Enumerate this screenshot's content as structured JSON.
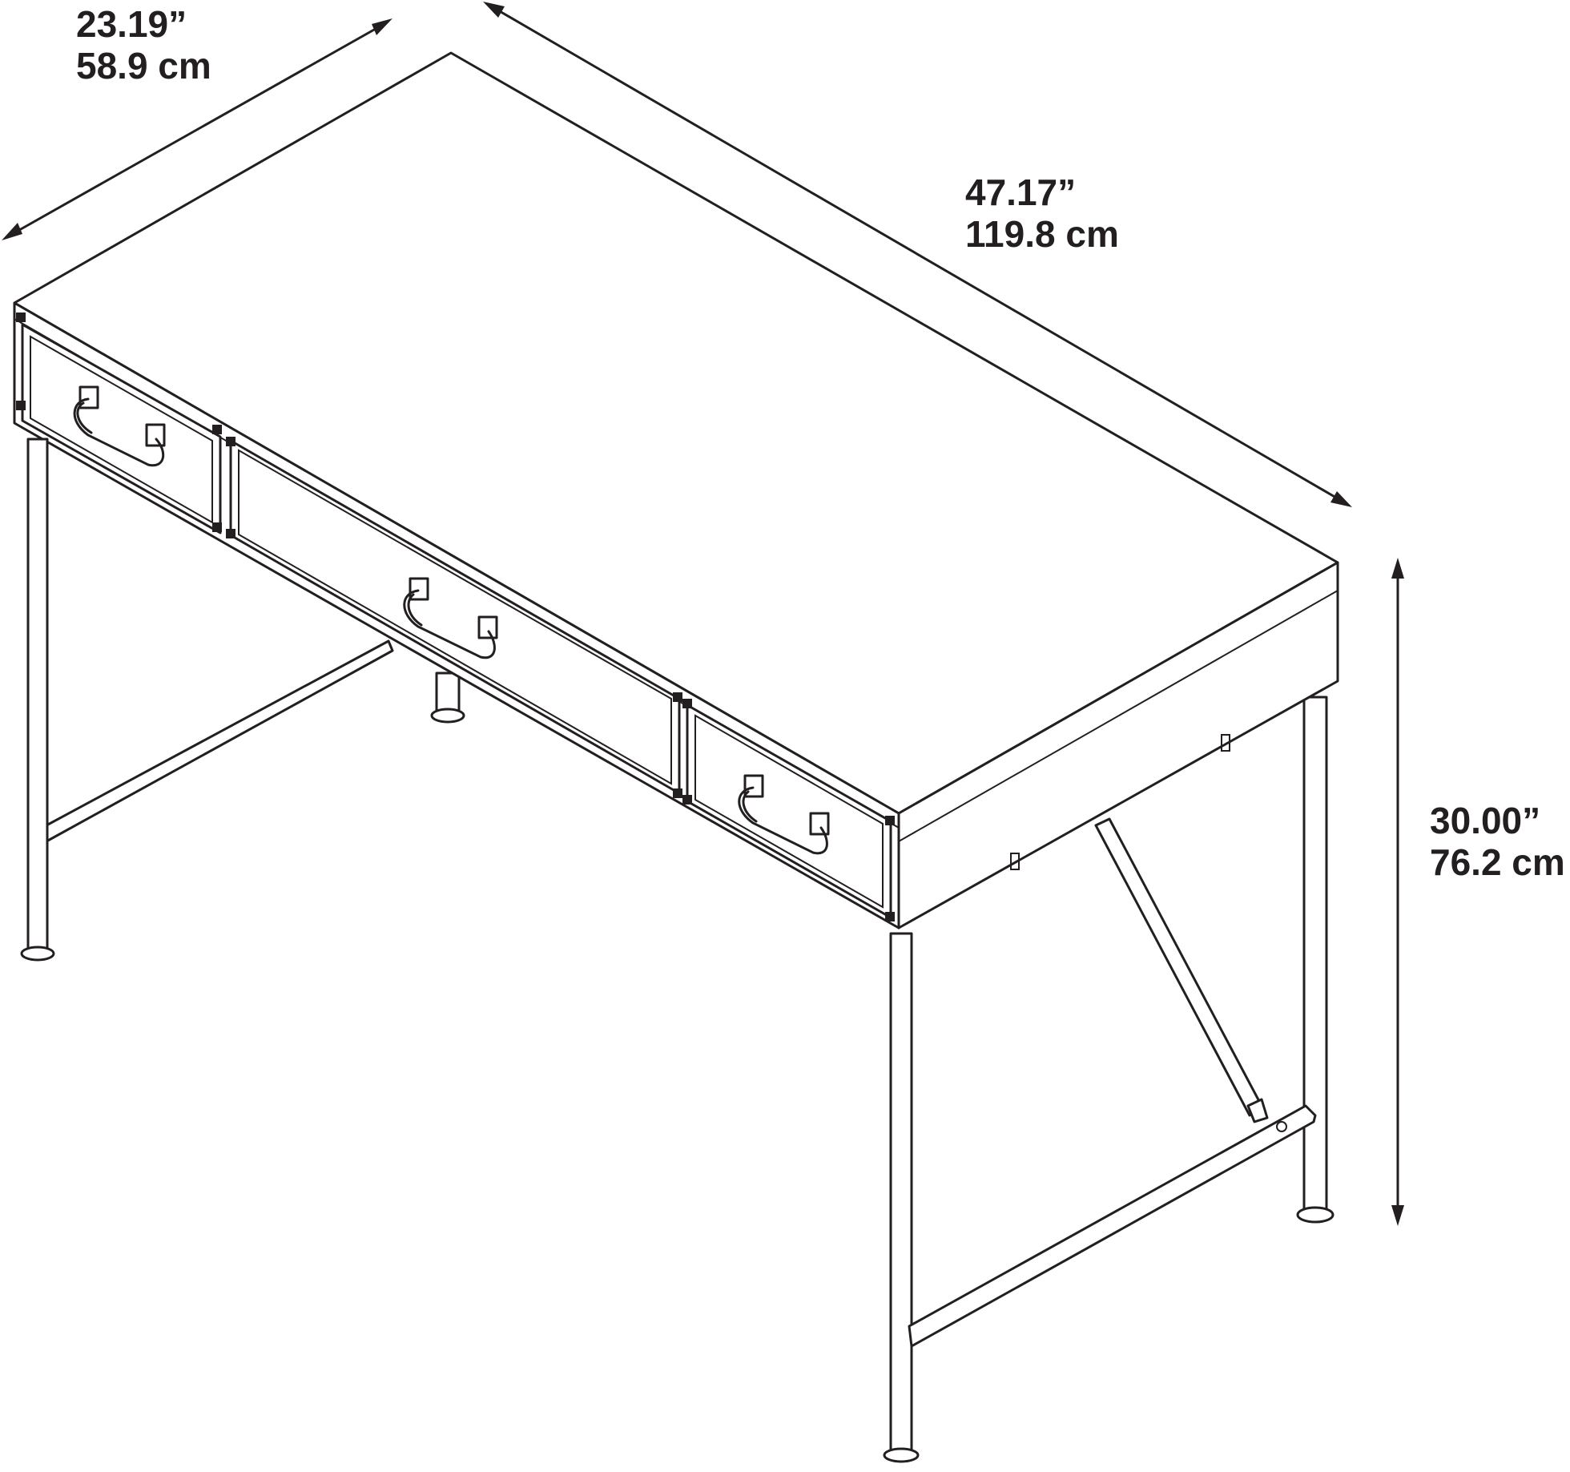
{
  "diagram": {
    "dimensions": {
      "depth": {
        "imperial": "23.19”",
        "metric": "58.9 cm"
      },
      "width": {
        "imperial": "47.17”",
        "metric": "119.8 cm"
      },
      "height": {
        "imperial": "30.00”",
        "metric": "76.2 cm"
      }
    },
    "colors": {
      "line": "#231f20",
      "background": "#ffffff"
    }
  }
}
